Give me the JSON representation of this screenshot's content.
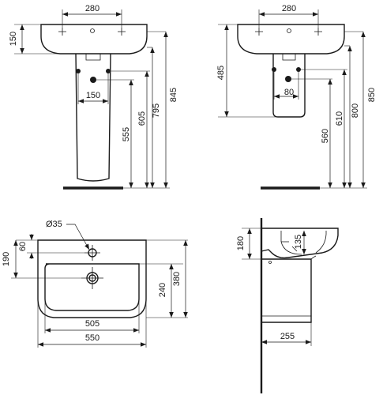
{
  "views": {
    "front_pedestal": {
      "width_tap_holes": "280",
      "basin_height": "150",
      "waste_spacing": "150",
      "height_waste_1": "555",
      "height_waste_2": "605",
      "height_overall_basin": "795",
      "height_rim": "845"
    },
    "front_semi_pedestal": {
      "width_tap_holes": "280",
      "height_semi_pedestal": "485",
      "waste_spacing": "80",
      "height_waste_1": "560",
      "height_waste_2": "610",
      "height_overall_basin": "800",
      "height_rim": "850"
    },
    "plan": {
      "tap_hole_diameter": "Ø35",
      "tap_hole_offset": "60",
      "depth_to_waste": "190",
      "bowl_depth": "240",
      "overall_depth": "380",
      "bowl_width": "505",
      "overall_width": "550"
    },
    "side": {
      "height_180": "180",
      "height_135": "135",
      "projection": "255"
    }
  }
}
